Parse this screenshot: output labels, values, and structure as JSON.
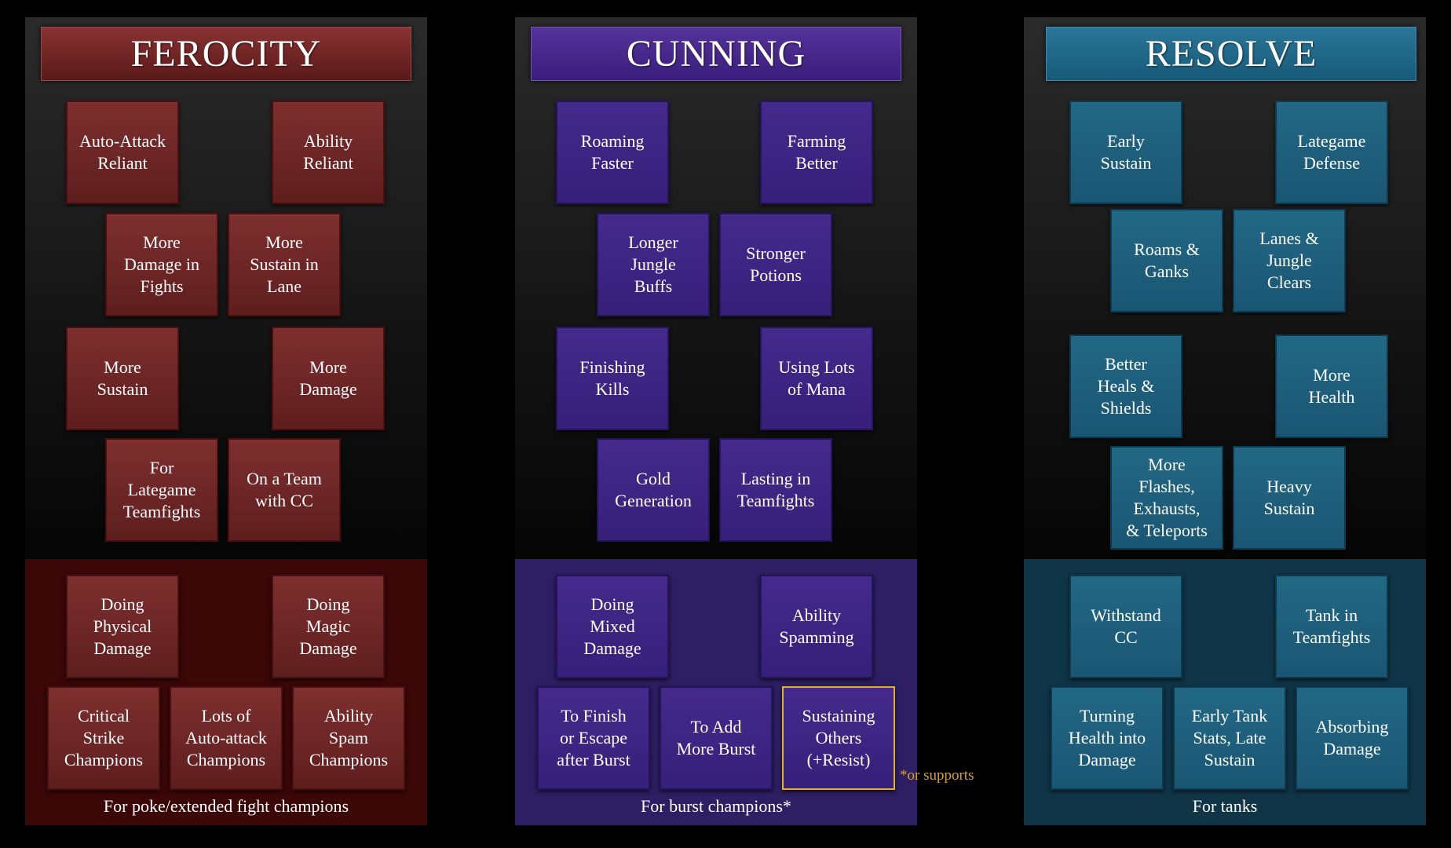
{
  "ferocity": {
    "title": "FEROCITY",
    "boxes": [
      "Auto-Attack\nReliant",
      "Ability\nReliant",
      "More\nDamage in\nFights",
      "More\nSustain in\nLane",
      "More\nSustain",
      "More\nDamage",
      "For\nLategame\nTeamfights",
      "On a Team\nwith CC"
    ],
    "bottom_boxes": [
      "Doing\nPhysical\nDamage",
      "Doing\nMagic\nDamage",
      "Critical\nStrike\nChampions",
      "Lots of\nAuto-attack\nChampions",
      "Ability\nSpam\nChampions"
    ],
    "caption": "For poke/extended fight champions"
  },
  "cunning": {
    "title": "CUNNING",
    "boxes": [
      "Roaming\nFaster",
      "Farming\nBetter",
      "Longer\nJungle\nBuffs",
      "Stronger\nPotions",
      "Finishing\nKills",
      "Using Lots\nof Mana",
      "Gold\nGeneration",
      "Lasting in\nTeamfights"
    ],
    "bottom_boxes": [
      "Doing\nMixed\nDamage",
      "Ability\nSpamming",
      "To Finish\nor Escape\nafter Burst",
      "To Add\nMore Burst",
      "Sustaining\nOthers\n(+Resist)"
    ],
    "caption": "For burst champions*",
    "footnote": "*or supports",
    "highlight_color": "#e2b122"
  },
  "resolve": {
    "title": "RESOLVE",
    "boxes": [
      "Early\nSustain",
      "Lategame\nDefense",
      "Roams &\nGanks",
      "Lanes &\nJungle\nClears",
      "Better\nHeals &\nShields",
      "More\nHealth",
      "More\nFlashes,\nExhausts,\n& Teleports",
      "Heavy\nSustain"
    ],
    "bottom_boxes": [
      "Withstand\nCC",
      "Tank in\nTeamfights",
      "Turning\nHealth into\nDamage",
      "Early Tank\nStats, Late\nSustain",
      "Absorbing\nDamage"
    ],
    "caption": "For tanks"
  },
  "colors": {
    "ferocity": "#7e2f2f",
    "cunning": "#432a8c",
    "resolve": "#226885"
  }
}
